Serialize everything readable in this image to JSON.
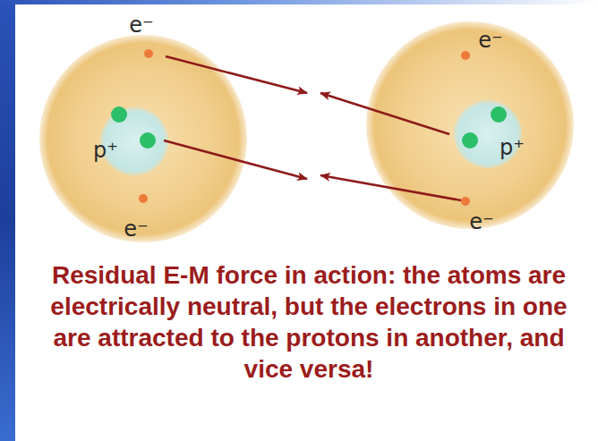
{
  "diagram": {
    "caption": "Residual E-M force in action: the atoms are electrically neutral, but the electrons in one are attracted to the protons in another, and vice versa!",
    "nodes": [
      {
        "text": [
          "e⁻",
          "e⁻"
        ]
      },
      {
        "text": [
          "p⁺"
        ],
        "in": 0
      },
      {
        "text": [
          "e⁻",
          "e⁻"
        ]
      },
      {
        "text": [
          "p⁺"
        ],
        "in": 2
      }
    ]
  }
}
